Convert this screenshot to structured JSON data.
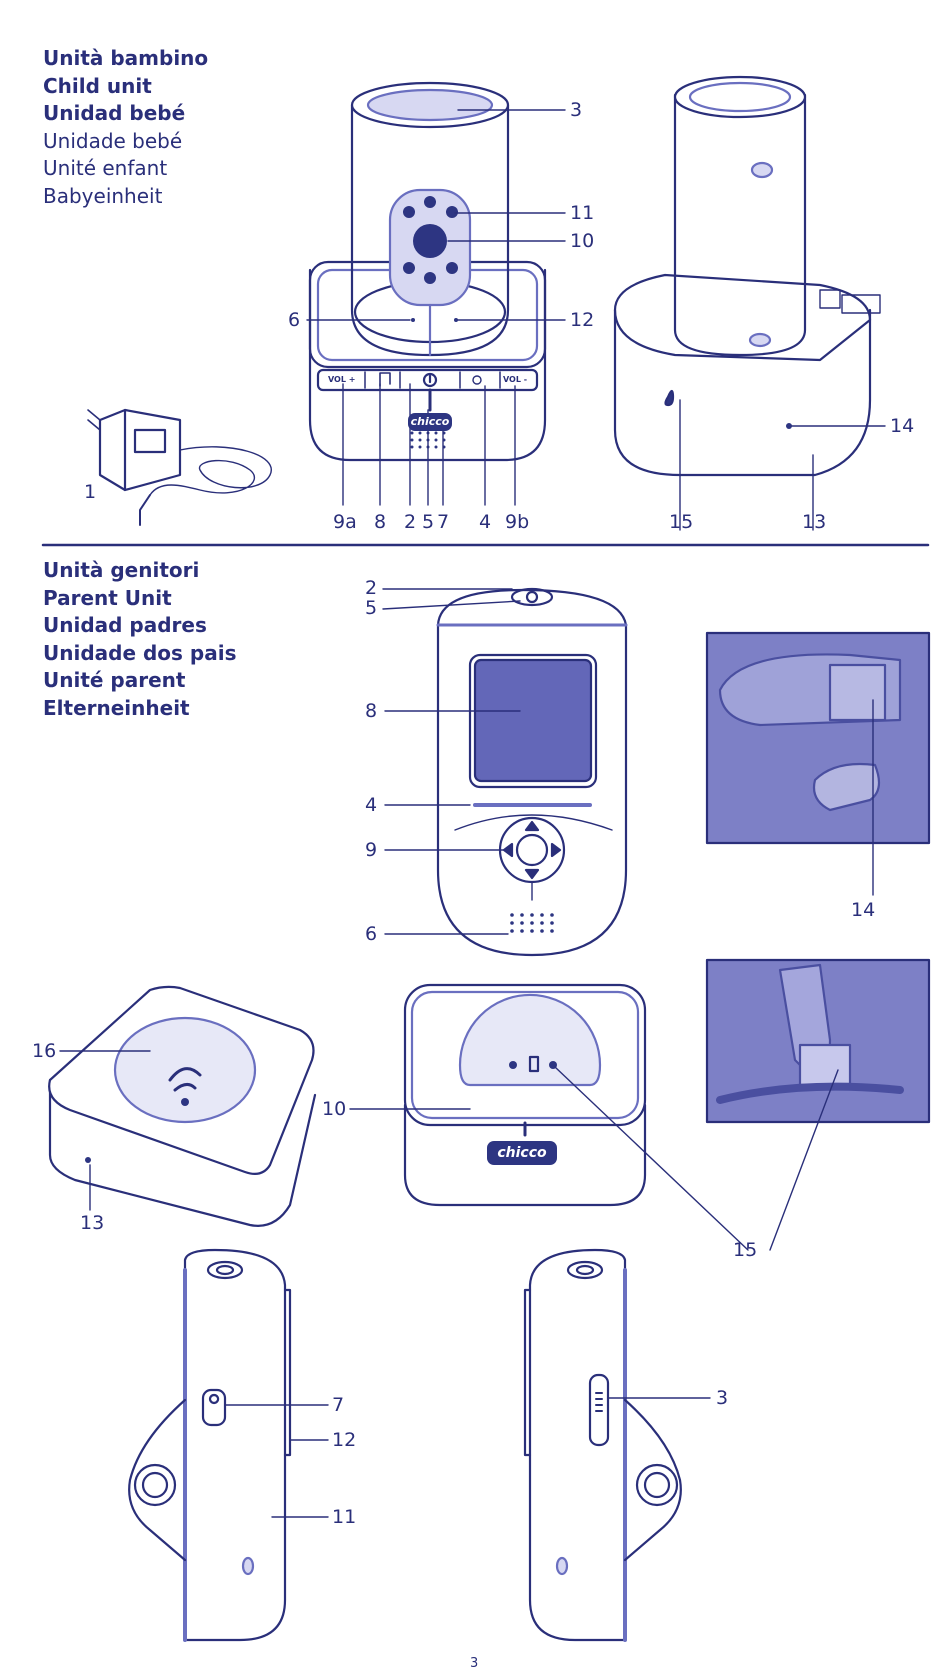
{
  "child_section": {
    "headings": [
      "Unità bambino",
      "Child unit",
      "Unidad bebé",
      "Unidade bebé",
      "Unité enfant",
      "Babyeinheit"
    ],
    "labels": {
      "power_adapter": "1",
      "top": "3",
      "ir_leds": "11",
      "camera": "10",
      "mic": "6",
      "light_sensor": "12",
      "vol_up": "9a",
      "music": "8",
      "power": "2",
      "power_led": "5",
      "speaker": "7",
      "night_light": "4",
      "vol_down": "9b",
      "hook": "15",
      "dc_socket": "14",
      "base": "13"
    },
    "button_labels": {
      "vol_plus": "VOL +",
      "vol_minus": "VOL -"
    }
  },
  "parent_section": {
    "headings": [
      "Unità genitori",
      "Parent Unit",
      "Unidad padres",
      "Unidade dos pais",
      "Unité parent",
      "Elterneinheit"
    ],
    "labels": {
      "power": "2",
      "power_led": "5",
      "screen": "8",
      "sound_leds": "4",
      "nav_keys": "9",
      "speaker": "6",
      "battery_door": "14",
      "charger_led": "16",
      "charger_dc": "13",
      "cradle": "10",
      "contacts": "15",
      "hang_hole": "7",
      "clip": "12",
      "mic": "11",
      "volume_indicator": "3"
    }
  },
  "brand": "chicco",
  "colors": {
    "ink": "#2a2f7a",
    "accent": "#5a5fb8",
    "light": "#d7d8f2"
  },
  "page_number": "3"
}
